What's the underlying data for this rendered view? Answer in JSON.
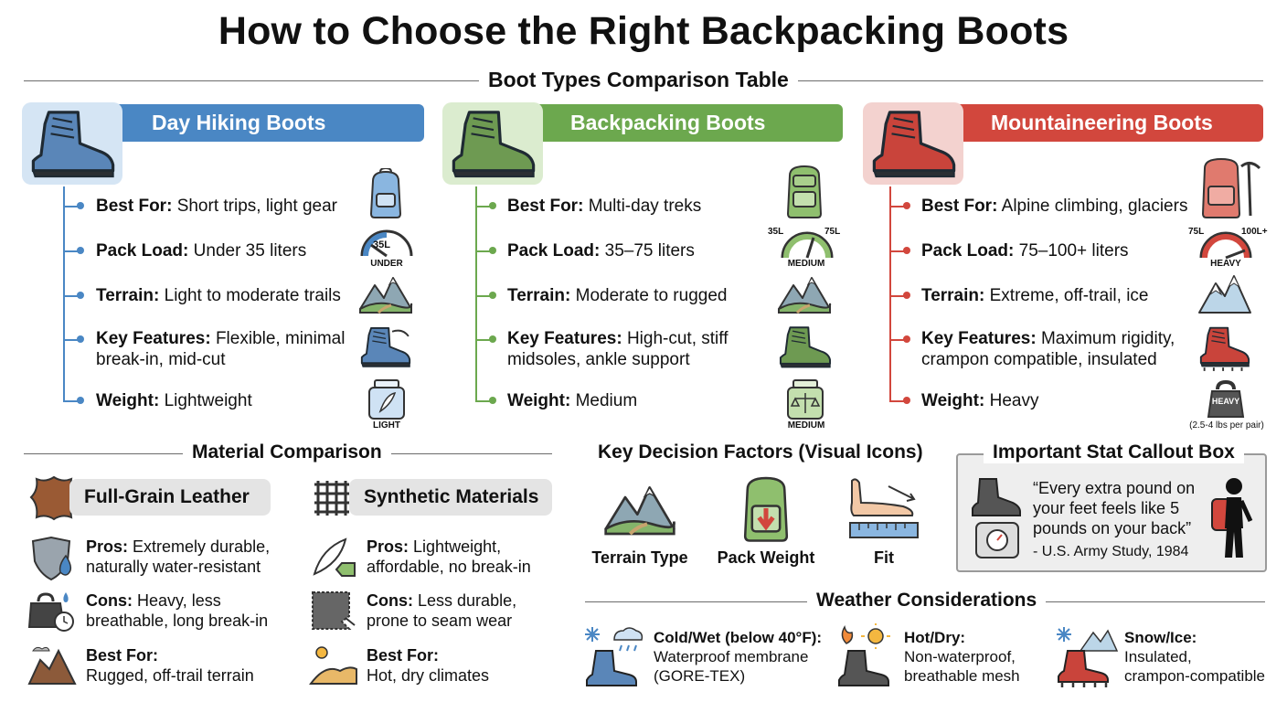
{
  "title": "How to Choose the Right Backpacking Boots",
  "comparison": {
    "heading": "Boot Types Comparison Table",
    "columns": [
      {
        "name": "Day Hiking Boots",
        "color": "#4a87c4",
        "rows": [
          {
            "label": "Best For:",
            "value": "Short trips, light gear"
          },
          {
            "label": "Pack Load:",
            "value": "Under 35 liters"
          },
          {
            "label": "Terrain:",
            "value": "Light to moderate trails"
          },
          {
            "label": "Key Features:",
            "value": "Flexible, minimal",
            "value2": "break-in, mid-cut"
          },
          {
            "label": "Weight:",
            "value": "Lightweight"
          }
        ],
        "gauge_top": "35L",
        "gauge_label": "UNDER",
        "weight_label": "LIGHT"
      },
      {
        "name": "Backpacking Boots",
        "color": "#6ca84e",
        "rows": [
          {
            "label": "Best For:",
            "value": "Multi-day treks"
          },
          {
            "label": "Pack Load:",
            "value": "35–75 liters"
          },
          {
            "label": "Terrain:",
            "value": "Moderate to rugged"
          },
          {
            "label": "Key Features:",
            "value": "High-cut, stiff",
            "value2": "midsoles, ankle support"
          },
          {
            "label": "Weight:",
            "value": "Medium"
          }
        ],
        "gauge_left": "35L",
        "gauge_right": "75L",
        "gauge_label": "MEDIUM",
        "weight_label": "MEDIUM"
      },
      {
        "name": "Mountaineering Boots",
        "color": "#d2473d",
        "rows": [
          {
            "label": "Best For:",
            "value": "Alpine climbing, glaciers"
          },
          {
            "label": "Pack Load:",
            "value": "75–100+ liters"
          },
          {
            "label": "Terrain:",
            "value": "Extreme, off-trail, ice"
          },
          {
            "label": "Key Features:",
            "value": "Maximum rigidity,",
            "value2": "crampon compatible, insulated"
          },
          {
            "label": "Weight:",
            "value": "Heavy"
          }
        ],
        "gauge_left": "75L",
        "gauge_right": "100L+",
        "gauge_label": "HEAVY",
        "weight_tag": "HEAVY",
        "weight_note": "(2.5-4 lbs per pair)"
      }
    ]
  },
  "materials": {
    "heading": "Material Comparison",
    "leather": {
      "name": "Full-Grain Leather",
      "pros_label": "Pros:",
      "pros": "Extremely durable,",
      "pros2": "naturally water-resistant",
      "cons_label": "Cons:",
      "cons": "Heavy, less",
      "cons2": "breathable, long break-in",
      "best_label": "Best For:",
      "best": "Rugged, off-trail terrain"
    },
    "synthetic": {
      "name": "Synthetic Materials",
      "pros_label": "Pros:",
      "pros": "Lightweight,",
      "pros2": "affordable, no break-in",
      "cons_label": "Cons:",
      "cons": "Less durable,",
      "cons2": "prone to seam wear",
      "best_label": "Best For:",
      "best": "Hot, dry climates"
    }
  },
  "factors": {
    "heading": "Key Decision Factors (Visual Icons)",
    "items": [
      "Terrain Type",
      "Pack Weight",
      "Fit"
    ]
  },
  "callout": {
    "heading": "Important Stat Callout Box",
    "line1": "“Every extra pound on",
    "line2": "your feet feels like 5",
    "line3": "pounds on your back”",
    "source": "- U.S. Army Study, 1984"
  },
  "weather": {
    "heading": "Weather Considerations",
    "items": [
      {
        "title": "Cold/Wet (below 40°F):",
        "line1": "Waterproof membrane",
        "line2": "(GORE-TEX)"
      },
      {
        "title": "Hot/Dry:",
        "line1": "Non-waterproof,",
        "line2": "breathable mesh"
      },
      {
        "title": "Snow/Ice:",
        "line1": "Insulated,",
        "line2": "crampon-compatible"
      }
    ]
  }
}
